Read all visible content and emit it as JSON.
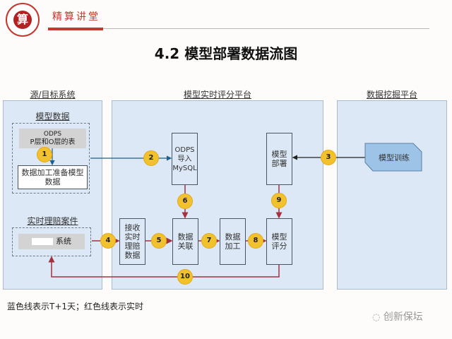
{
  "header": {
    "brand": "精算讲堂",
    "logo_icon": "association-seal-logo",
    "logo_glyph": "算"
  },
  "title": "4.2 模型部署数据流图",
  "colors": {
    "accent": "#c0392b",
    "panel_bg": "#dce8f5",
    "step_circle": "#f2c12e",
    "blue_line": "#1f5f8b",
    "red_line": "#a5303f",
    "black_line": "#222222"
  },
  "panels": {
    "left": {
      "title": "源/目标系统",
      "model_data": {
        "label": "模型数据",
        "source_line1": "ODPS",
        "source_line2": "P层和O层的表",
        "process": "数据加工准备模型数据"
      },
      "realtime_claims": {
        "label": "实时理赔案件",
        "system": "系统"
      }
    },
    "middle": {
      "title": "模型实时评分平台",
      "nodes": {
        "import": "ODPS 导入 MySQL",
        "deploy": "模型 部署",
        "receive": "接收 实时 理赔 数据",
        "join": "数据 关联",
        "process": "数据 加工",
        "score": "模型 评分"
      }
    },
    "right": {
      "title": "数据挖掘平台",
      "training": "模型训练"
    }
  },
  "steps": [
    "1",
    "2",
    "3",
    "4",
    "5",
    "6",
    "7",
    "8",
    "9",
    "10"
  ],
  "legend": "蓝色线表示T+1天；红色线表示实时",
  "watermark": "创新保坛"
}
